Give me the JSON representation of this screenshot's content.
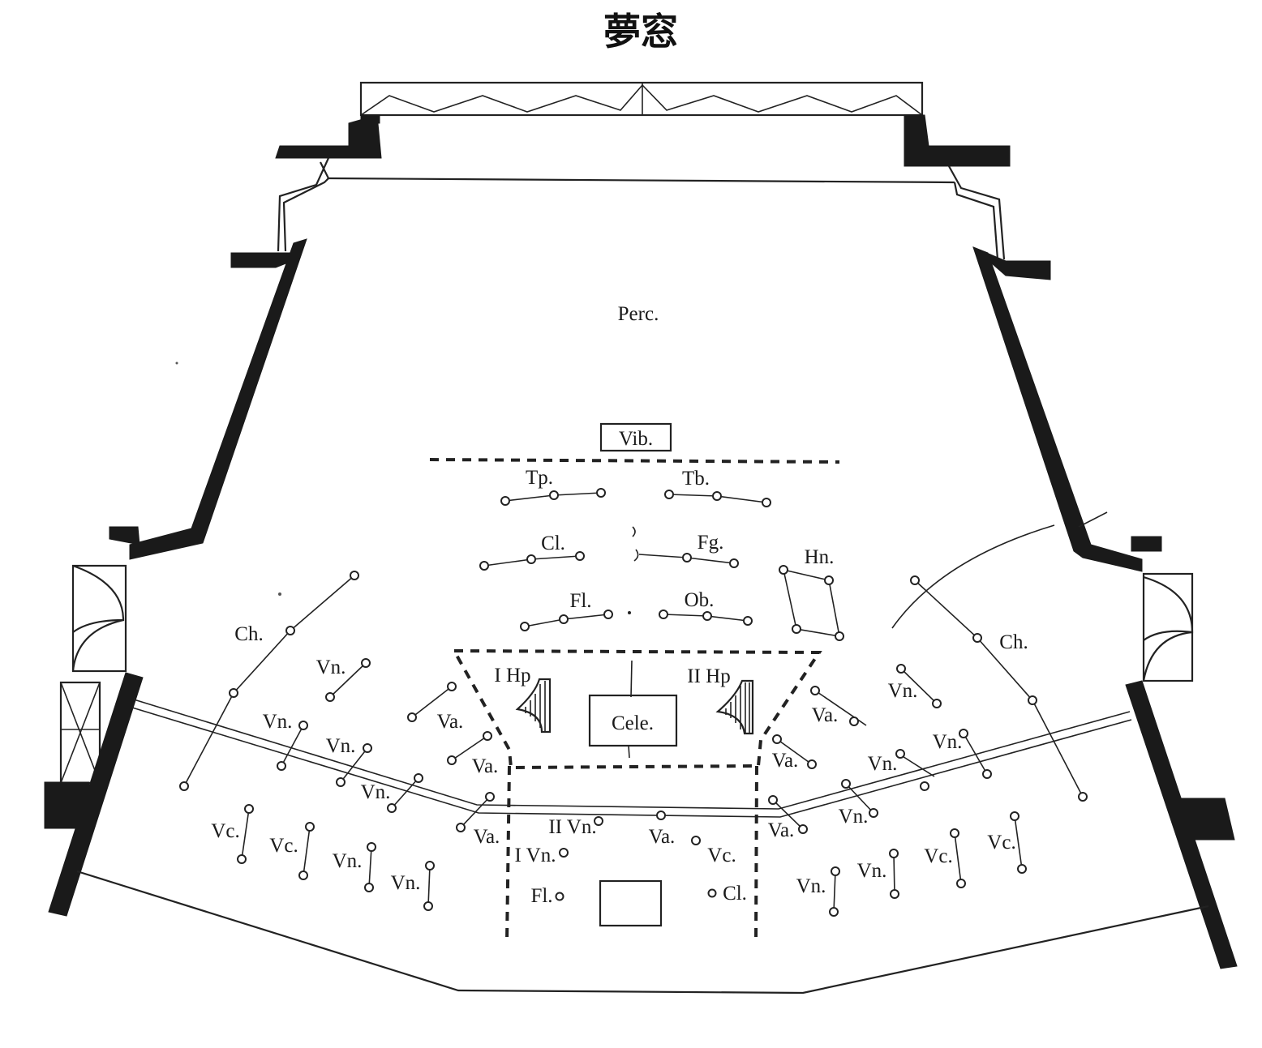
{
  "title": "夢窓",
  "labels": {
    "perc": "Perc.",
    "vib": "Vib.",
    "tp": "Tp.",
    "tb": "Tb.",
    "cl_upper": "Cl.",
    "fg": "Fg.",
    "fl_upper": "Fl.",
    "ob": "Ob.",
    "hn": "Hn.",
    "ch_left": "Ch.",
    "ch_right": "Ch.",
    "hp1": "I Hp",
    "hp2": "II Hp",
    "cele": "Cele.",
    "vn_l1": "Vn.",
    "vn_l2": "Vn.",
    "vn_l3": "Vn.",
    "vn_l4": "Vn.",
    "va_l1": "Va.",
    "va_l2": "Va.",
    "va_l3": "Va.",
    "vn_r1": "Vn.",
    "vn_r2": "Vn.",
    "vn_r3": "Vn.",
    "vn_r4": "Vn.",
    "va_r1": "Va.",
    "va_r2": "Va.",
    "va_r3": "Va.",
    "vc_l1": "Vc.",
    "vc_l2": "Vc.",
    "vn_l5": "Vn.",
    "vn_l6": "Vn.",
    "vn_r5": "Vn.",
    "vn_r6": "Vn.",
    "vc_r1": "Vc.",
    "vc_r2": "Vc.",
    "vn2_center": "II Vn.",
    "va_center": "Va.",
    "vn1_center": "I Vn.",
    "vc_center": "Vc.",
    "fl_lower": "Fl.",
    "cl_lower": "Cl."
  },
  "colors": {
    "ink": "#1a1a1a",
    "paper": "#ffffff"
  }
}
